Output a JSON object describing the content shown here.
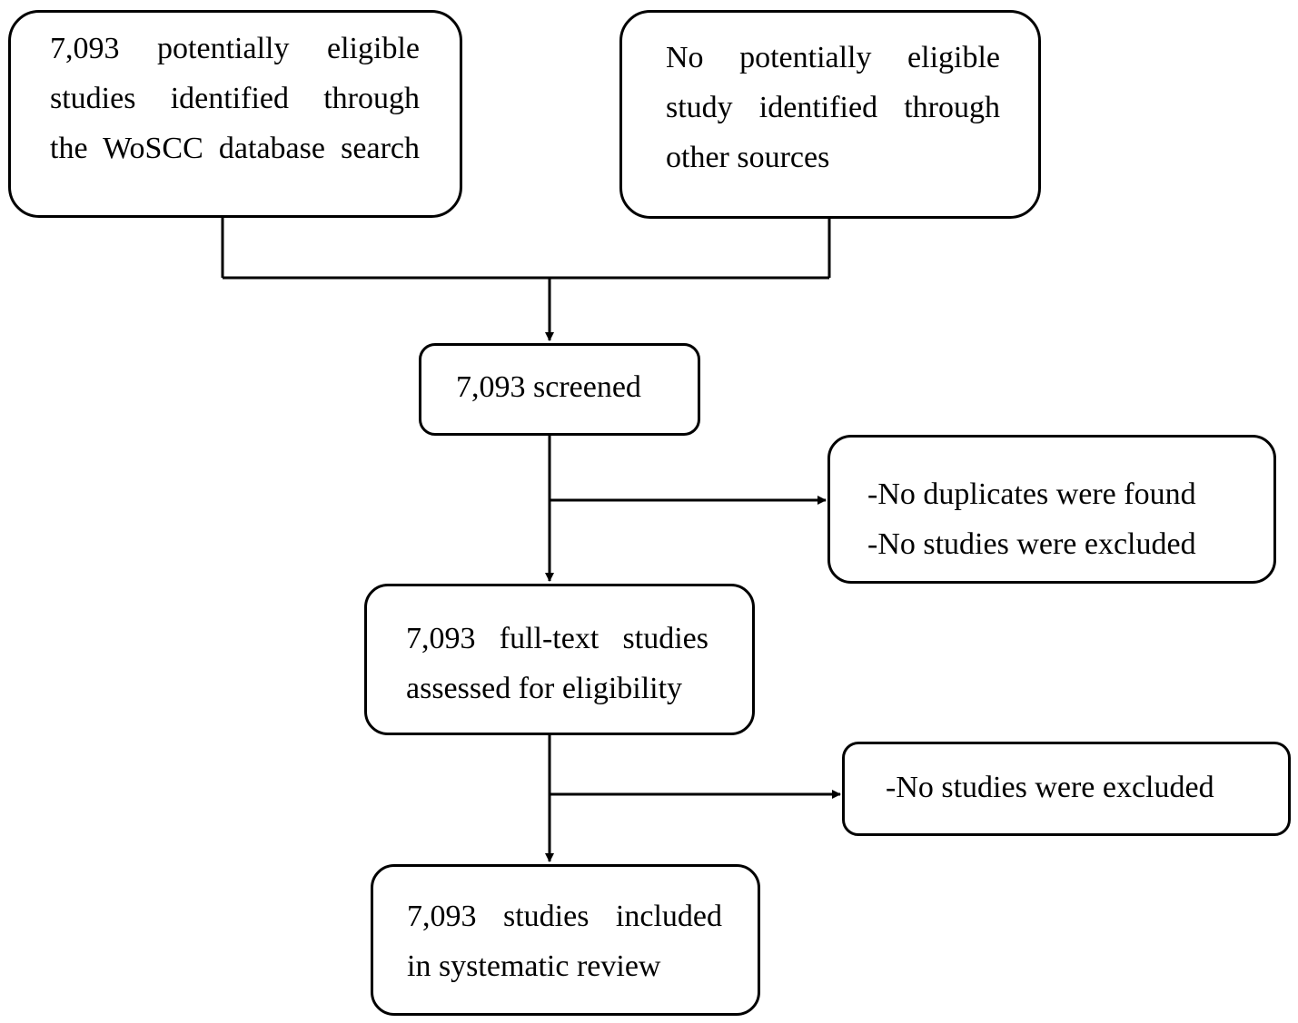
{
  "flowchart": {
    "identification_search": {
      "lines": [
        "7,093 potentially eligible",
        "studies identified through",
        "the WoSCC database search"
      ]
    },
    "identification_other": {
      "lines": [
        "No potentially eligible",
        "study identified through",
        "other sources"
      ]
    },
    "screened": {
      "lines": [
        "7,093 screened"
      ]
    },
    "screening_exclusions": {
      "lines": [
        "-No duplicates were found",
        "-No studies were excluded"
      ]
    },
    "eligibility": {
      "lines": [
        "7,093 full-text studies",
        "assessed for eligibility"
      ]
    },
    "eligibility_exclusions": {
      "lines": [
        "-No studies were excluded"
      ]
    },
    "included": {
      "lines": [
        "7,093 studies included",
        "in systematic review"
      ]
    }
  }
}
